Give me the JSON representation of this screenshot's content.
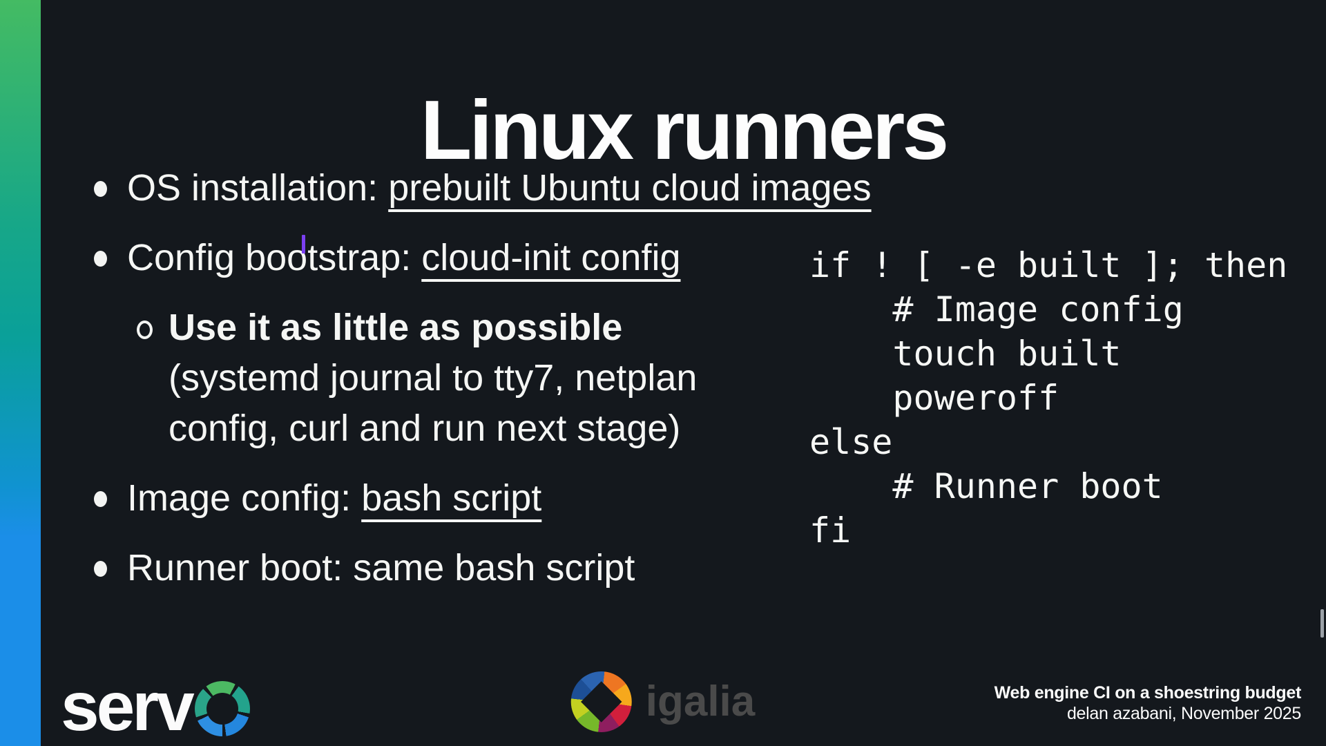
{
  "colors": {
    "background": "#14181d",
    "text": "#f5f6f4",
    "accent_green": "#44bb63",
    "accent_teal": "#0aa099",
    "accent_blue": "#1b8ee8",
    "caret_purple": "#7b3ff2",
    "igalia_text": "#4a4a4a"
  },
  "slide": {
    "title": "Linux runners",
    "bullets": {
      "os": {
        "prefix": "OS installation: ",
        "link": "prebuilt Ubuntu cloud images"
      },
      "config_bootstrap": {
        "prefix": "Config bootstrap: ",
        "link": "cloud-init config"
      },
      "use_little": {
        "bold": "Use it as little as possible",
        "rest": "(systemd journal to tty7, netplan config, curl and run next stage)"
      },
      "image_config": {
        "prefix": "Image config: ",
        "link": "bash script"
      },
      "runner_boot": {
        "text": "Runner boot: same bash script"
      }
    },
    "code": {
      "lines": [
        "if ! [ -e built ]; then",
        "    # Image config",
        "    touch built",
        "    poweroff",
        "else",
        "    # Runner boot",
        "fi"
      ]
    }
  },
  "footer": {
    "servo_wordmark": "serv",
    "igalia_wordmark": "igalia",
    "deck_title": "Web engine CI on a shoestring budget",
    "deck_byline": "delan azabani, November 2025"
  }
}
